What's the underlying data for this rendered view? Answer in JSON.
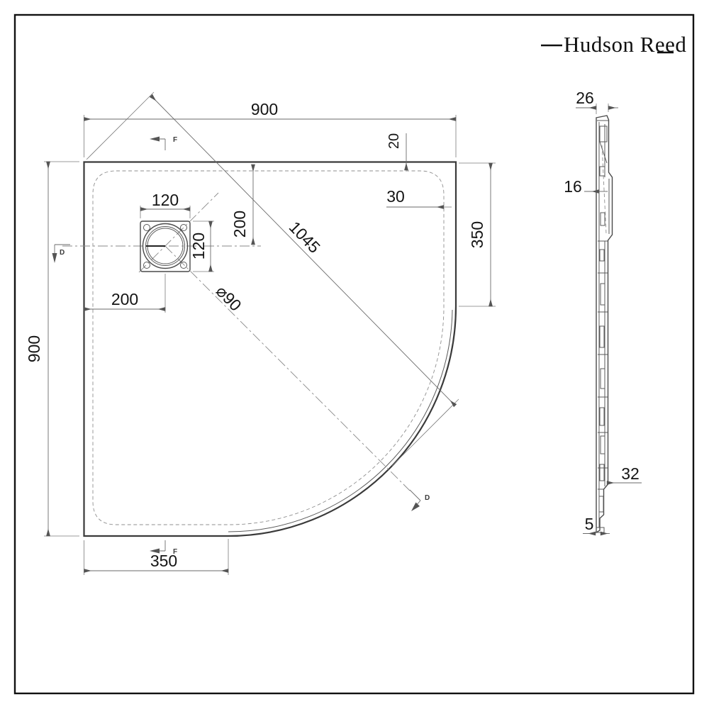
{
  "brand": {
    "name": "Hudson Reed"
  },
  "plan_view": {
    "dimensions": {
      "top_width": "900",
      "left_height": "900",
      "rim_inset_top": "20",
      "rim_inset_right": "30",
      "right_straight_edge": "350",
      "bottom_straight_edge": "350",
      "waste_square_width": "120",
      "waste_square_height": "120",
      "waste_center_from_top": "200",
      "waste_center_from_left": "200",
      "diagonal_length": "1045",
      "waste_diameter": "⌀90"
    },
    "sections": {
      "f_top": "F",
      "f_bottom": "F",
      "d_left": "D",
      "d_right": "D"
    }
  },
  "side_view": {
    "dimensions": {
      "top_edge_width": "26",
      "rim_depth": "16",
      "base_detail": "32",
      "foot_height": "5"
    }
  },
  "colors": {
    "line": "#3a3a3a",
    "dimension": "#6a6a6a",
    "background": "#ffffff"
  }
}
